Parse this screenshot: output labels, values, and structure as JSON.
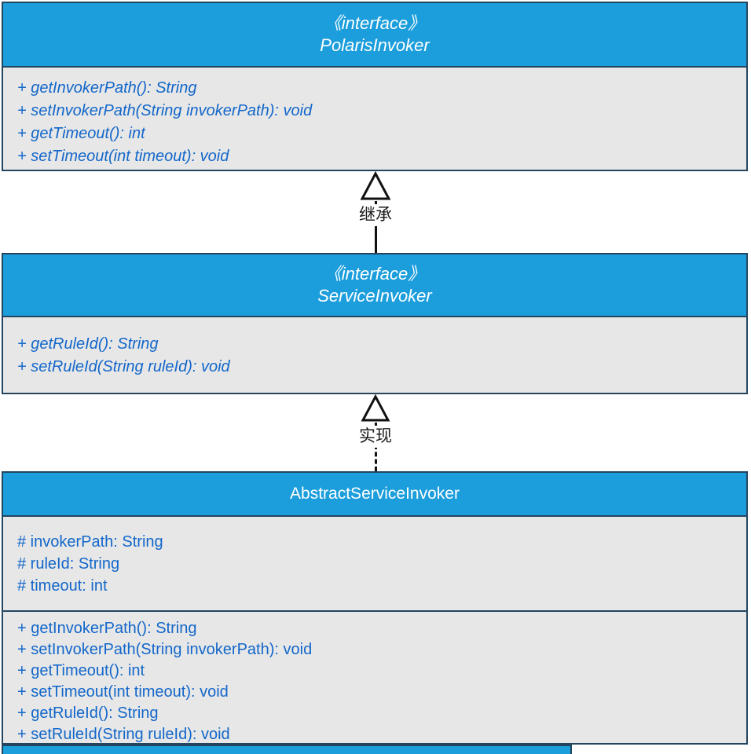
{
  "polaris": {
    "stereotype": "《interface》",
    "name": "PolarisInvoker",
    "methods": [
      "+ getInvokerPath(): String",
      "+ setInvokerPath(String invokerPath): void",
      "+ getTimeout(): int",
      "+ setTimeout(int timeout): void"
    ]
  },
  "service": {
    "stereotype": "《interface》",
    "name": "ServiceInvoker",
    "methods": [
      "+ getRuleId(): String",
      "+ setRuleId(String ruleId): void"
    ]
  },
  "abstractClass": {
    "name": "AbstractServiceInvoker",
    "fields": [
      "# invokerPath: String",
      "# ruleId: String",
      "# timeout: int"
    ],
    "methods": [
      "+ getInvokerPath(): String",
      "+ setInvokerPath(String invokerPath): void",
      "+ getTimeout(): int",
      "+ setTimeout(int timeout): void",
      "+ getRuleId(): String",
      "+ setRuleId(String ruleId): void"
    ]
  },
  "relations": {
    "inherit": "继承",
    "implement": "实现"
  },
  "colors": {
    "header_blue": "#1C9EDC",
    "border_navy": "#24455F",
    "compartment_gray": "#E7E7E7",
    "member_text_blue": "#1367CA",
    "connector_black": "#111111"
  }
}
